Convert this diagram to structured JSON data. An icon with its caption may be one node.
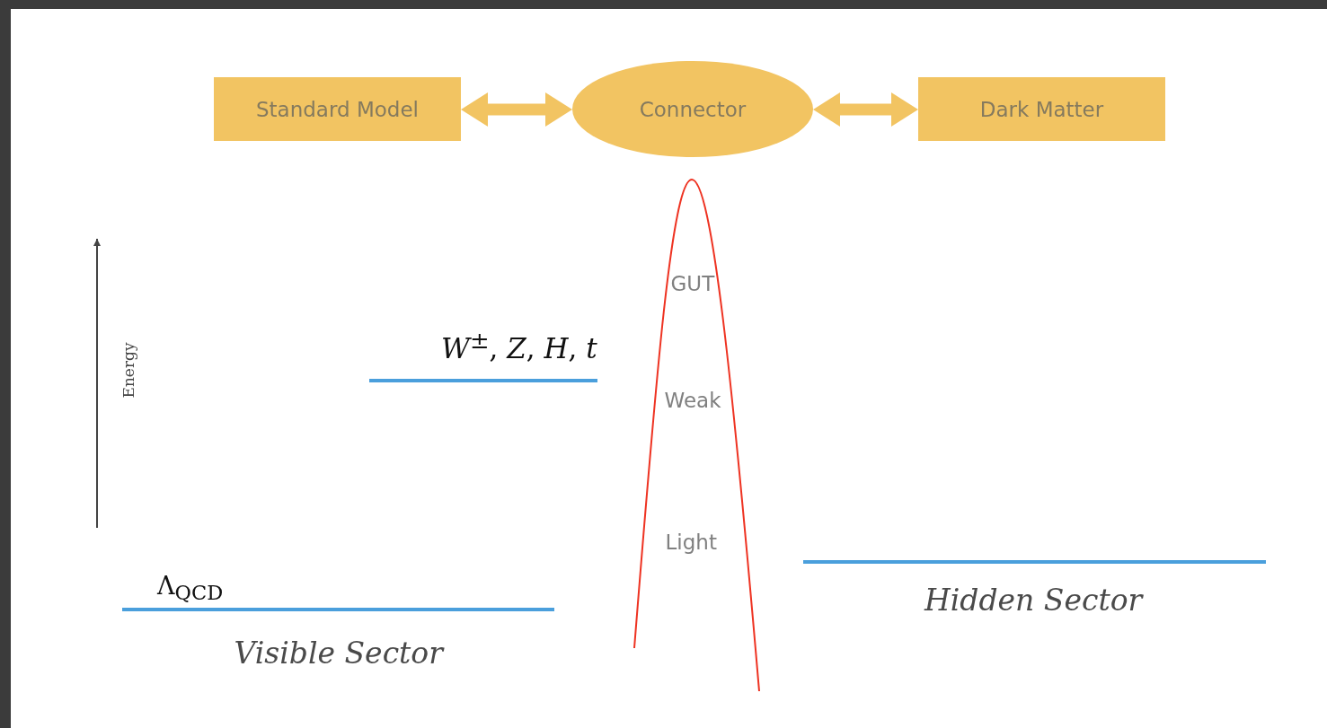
{
  "diagram": {
    "nodes": [
      {
        "text": [
          "Standard Model"
        ]
      },
      {
        "text": [
          "Connector"
        ]
      },
      {
        "text": [
          "Dark Matter"
        ]
      }
    ],
    "edges": [
      {
        "from": 0,
        "to": 1,
        "arrow": "both"
      },
      {
        "from": 1,
        "to": 2,
        "arrow": "both"
      }
    ],
    "labels": [
      "Energy",
      "*W*$^{±}$, *Z*, *H*, *t*",
      "GUT",
      "Weak",
      "Light",
      "Λ$_{QCD}$",
      "Hidden Sector",
      "Visible Sector"
    ]
  }
}
